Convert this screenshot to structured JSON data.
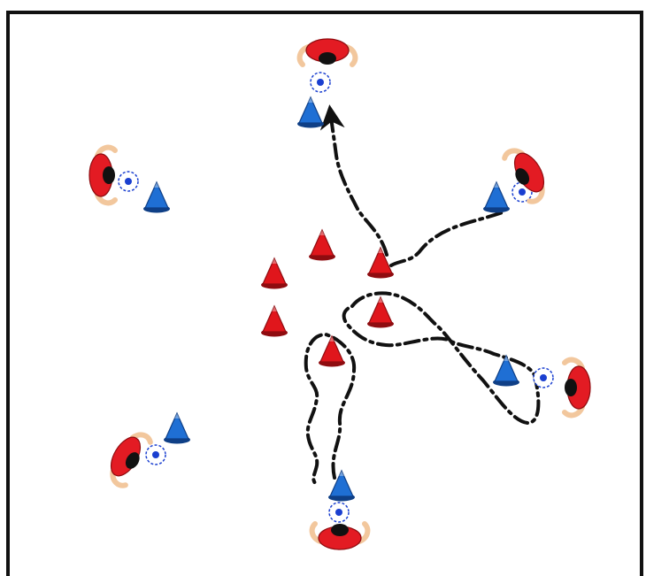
{
  "colors": {
    "background": "#ffffff",
    "frame": "#111111",
    "red_cone": "#e0161c",
    "red_cone_dark": "#8f0c10",
    "blue_cone": "#1f6fd4",
    "blue_cone_dark": "#0f3f86",
    "ball_fill": "#ffffff",
    "ball_dots": "#1a3fd0",
    "player_shirt": "#e31b23",
    "player_hair": "#111111",
    "player_skin": "#f2c79d",
    "path_line": "#111111"
  },
  "diagram": {
    "type": "football-training-drill",
    "players": [
      {
        "id": "north",
        "icon": "player-icon"
      },
      {
        "id": "west",
        "icon": "player-icon"
      },
      {
        "id": "northeast",
        "icon": "player-icon"
      },
      {
        "id": "east",
        "icon": "player-icon"
      },
      {
        "id": "southwest",
        "icon": "player-icon"
      },
      {
        "id": "south",
        "icon": "player-icon"
      }
    ],
    "balls": [
      {
        "id": "north",
        "icon": "ball-icon"
      },
      {
        "id": "west",
        "icon": "ball-icon"
      },
      {
        "id": "northeast",
        "icon": "ball-icon"
      },
      {
        "id": "east",
        "icon": "ball-icon"
      },
      {
        "id": "southwest",
        "icon": "ball-icon"
      },
      {
        "id": "south",
        "icon": "ball-icon"
      }
    ],
    "blue_cones": [
      {
        "id": "north",
        "icon": "blue-cone-icon"
      },
      {
        "id": "west",
        "icon": "blue-cone-icon"
      },
      {
        "id": "northeast",
        "icon": "blue-cone-icon"
      },
      {
        "id": "east",
        "icon": "blue-cone-icon"
      },
      {
        "id": "southwest",
        "icon": "blue-cone-icon"
      },
      {
        "id": "south",
        "icon": "blue-cone-icon"
      }
    ],
    "red_cones": [
      {
        "id": "center-1",
        "icon": "red-cone-icon"
      },
      {
        "id": "center-2",
        "icon": "red-cone-icon"
      },
      {
        "id": "center-3",
        "icon": "red-cone-icon"
      },
      {
        "id": "center-4",
        "icon": "red-cone-icon"
      },
      {
        "id": "center-5",
        "icon": "red-cone-icon"
      },
      {
        "id": "center-6",
        "icon": "red-cone-icon"
      }
    ],
    "paths": [
      {
        "id": "to-north",
        "style": "dash-dot",
        "arrow": true
      },
      {
        "id": "from-northeast",
        "style": "dash-dot",
        "arrow": false
      },
      {
        "id": "east-loop",
        "style": "dash-dot",
        "arrow": false
      },
      {
        "id": "south-dribble",
        "style": "dash-dot",
        "arrow": false
      }
    ]
  }
}
